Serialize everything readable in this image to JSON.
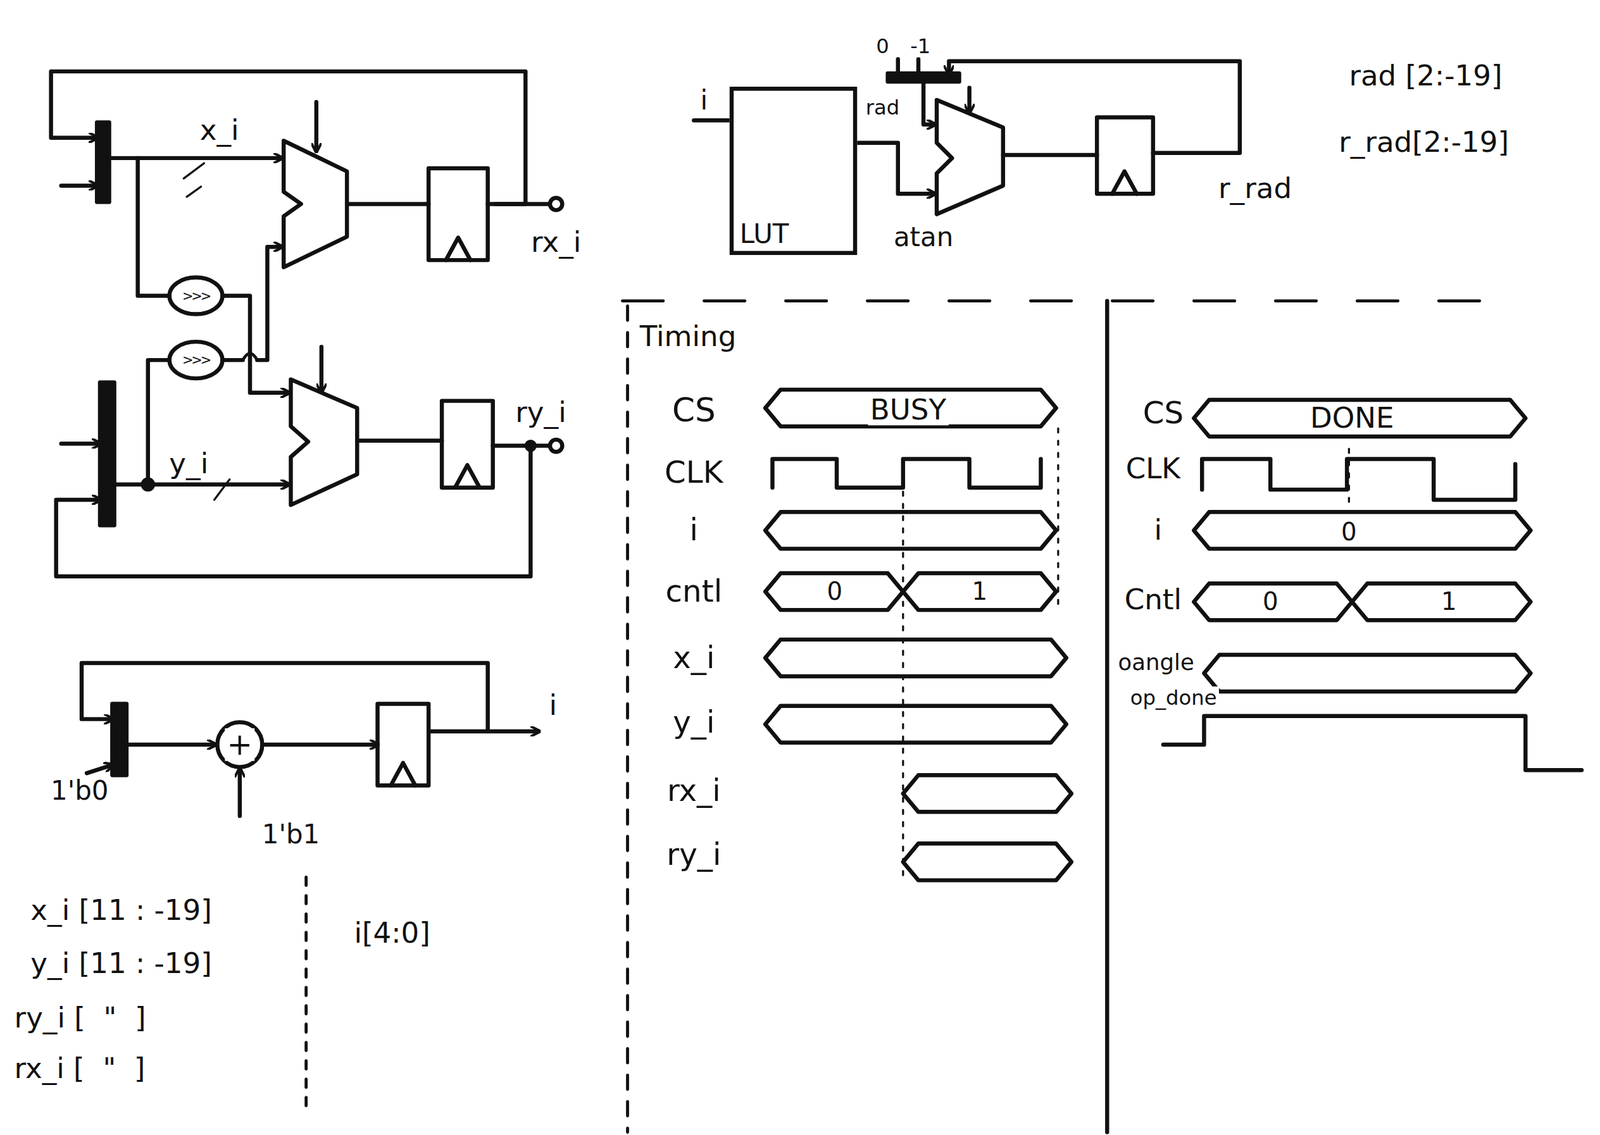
{
  "diagram": {
    "nodes": [
      {
        "text": [
          "LUT"
        ]
      }
    ],
    "labels": [
      "x_i",
      "rx_i",
      "y_i",
      "ry_i",
      ">>>",
      ">>>",
      "+",
      "i",
      "1'b0",
      "1'b1",
      "x_i [11 : -19]",
      "y_i [11 : -19]",
      "ry_i [  \"  ]",
      "rx_i [  \"  ]",
      "i[4:0]",
      "i",
      "0",
      "-1",
      "rad",
      "atan",
      "r_rad",
      "rad [2:-19]",
      "r_rad[2:-19]",
      "Timing",
      "CS",
      "BUSY",
      "CLK",
      "i",
      "cntl",
      "0",
      "1",
      "x_i",
      "y_i",
      "rx_i",
      "ry_i",
      "CS",
      "DONE",
      "CLK",
      "i",
      "0",
      "Cntl",
      "0",
      "1",
      "oangle",
      "op_done"
    ]
  }
}
